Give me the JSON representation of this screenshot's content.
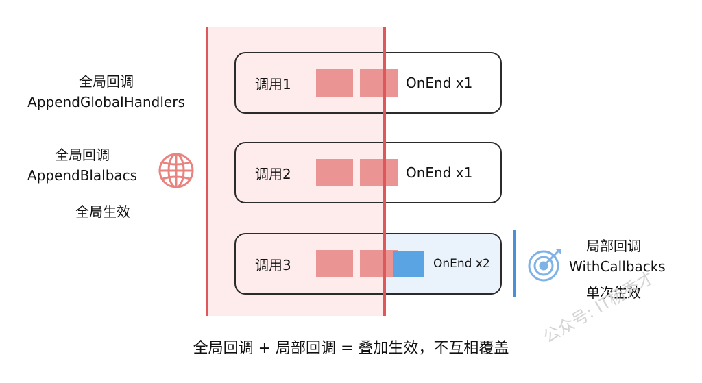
{
  "global_callbacks": {
    "label1": "全局回调",
    "api1": "AppendGlobalHandlers",
    "label2": "全局回调",
    "api2": "AppendBlalbacs",
    "scope": "全局生效",
    "icon": "globe-icon"
  },
  "calls": [
    {
      "label": "调用1",
      "onend": "OnEnd x1"
    },
    {
      "label": "调用2",
      "onend": "OnEnd x1"
    },
    {
      "label": "调用3",
      "onend": "OnEnd x2"
    }
  ],
  "local_callbacks": {
    "label": "局部回调",
    "api": "WithCallbacks",
    "scope": "单次生效",
    "icon": "target-icon"
  },
  "summary": "全局回调 + 局部回调 = 叠加生效，不互相覆盖",
  "watermark": "公众号: IT杨秀才",
  "colors": {
    "global_red": "#e0575a",
    "global_fill": "#fdeceb",
    "square_red": "#ea9593",
    "local_blue": "#5ba4e4",
    "local_fill": "#eaf3fb"
  }
}
